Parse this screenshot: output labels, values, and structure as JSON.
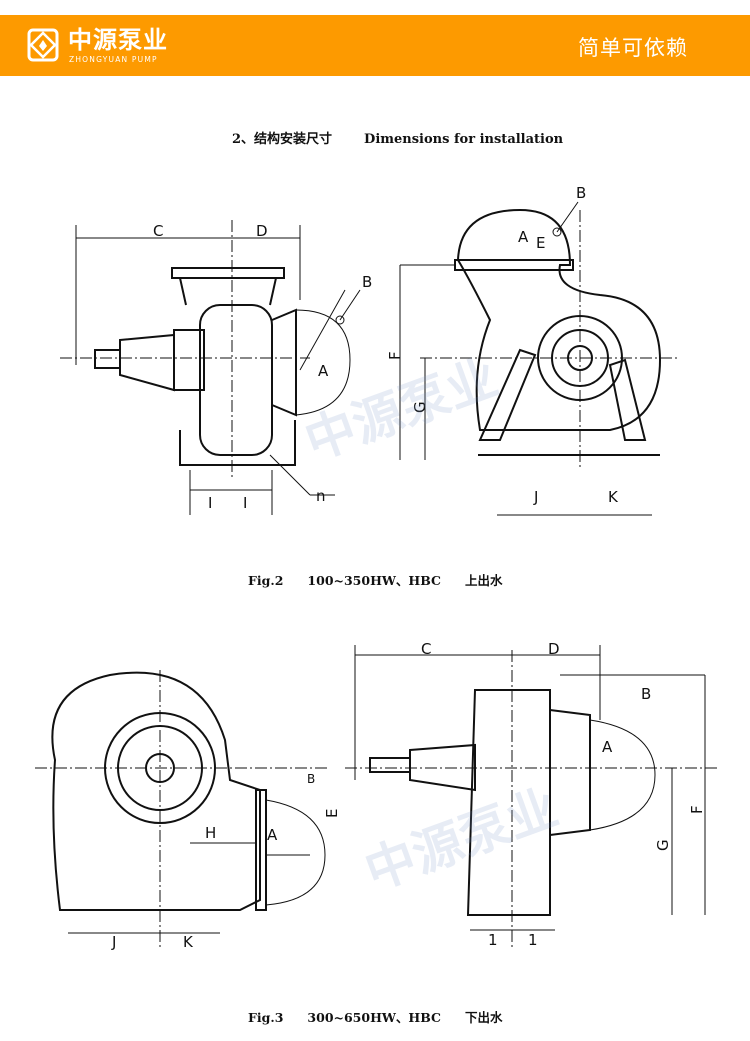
{
  "header": {
    "brand_cn": "中源泵业",
    "brand_en": "ZHONGYUAN PUMP",
    "slogan": "简单可依赖",
    "bg_color": "#fd9a00"
  },
  "section": {
    "title_cn": "2、结构安装尺寸",
    "title_en": "Dimensions for installation"
  },
  "fig2": {
    "label": "Fig.2",
    "models": "100~350HW、HBC",
    "outlet": "上出水",
    "dims": {
      "C": "C",
      "D": "D",
      "B1": "B",
      "A1": "A",
      "n": "n",
      "I1": "I",
      "I2": "I",
      "B2": "B",
      "A2": "A",
      "E": "E",
      "F": "F",
      "G": "G",
      "J": "J",
      "K": "K"
    }
  },
  "fig3": {
    "label": "Fig.3",
    "models": "300~650HW、HBC",
    "outlet": "下出水",
    "dims": {
      "B1": "B",
      "A1": "A",
      "E": "E",
      "H": "H",
      "J": "J",
      "K": "K",
      "C": "C",
      "D": "D",
      "B2": "B",
      "A2": "A",
      "F": "F",
      "G": "G",
      "I1": "1",
      "I2": "1"
    }
  },
  "watermark": "中源泵业"
}
